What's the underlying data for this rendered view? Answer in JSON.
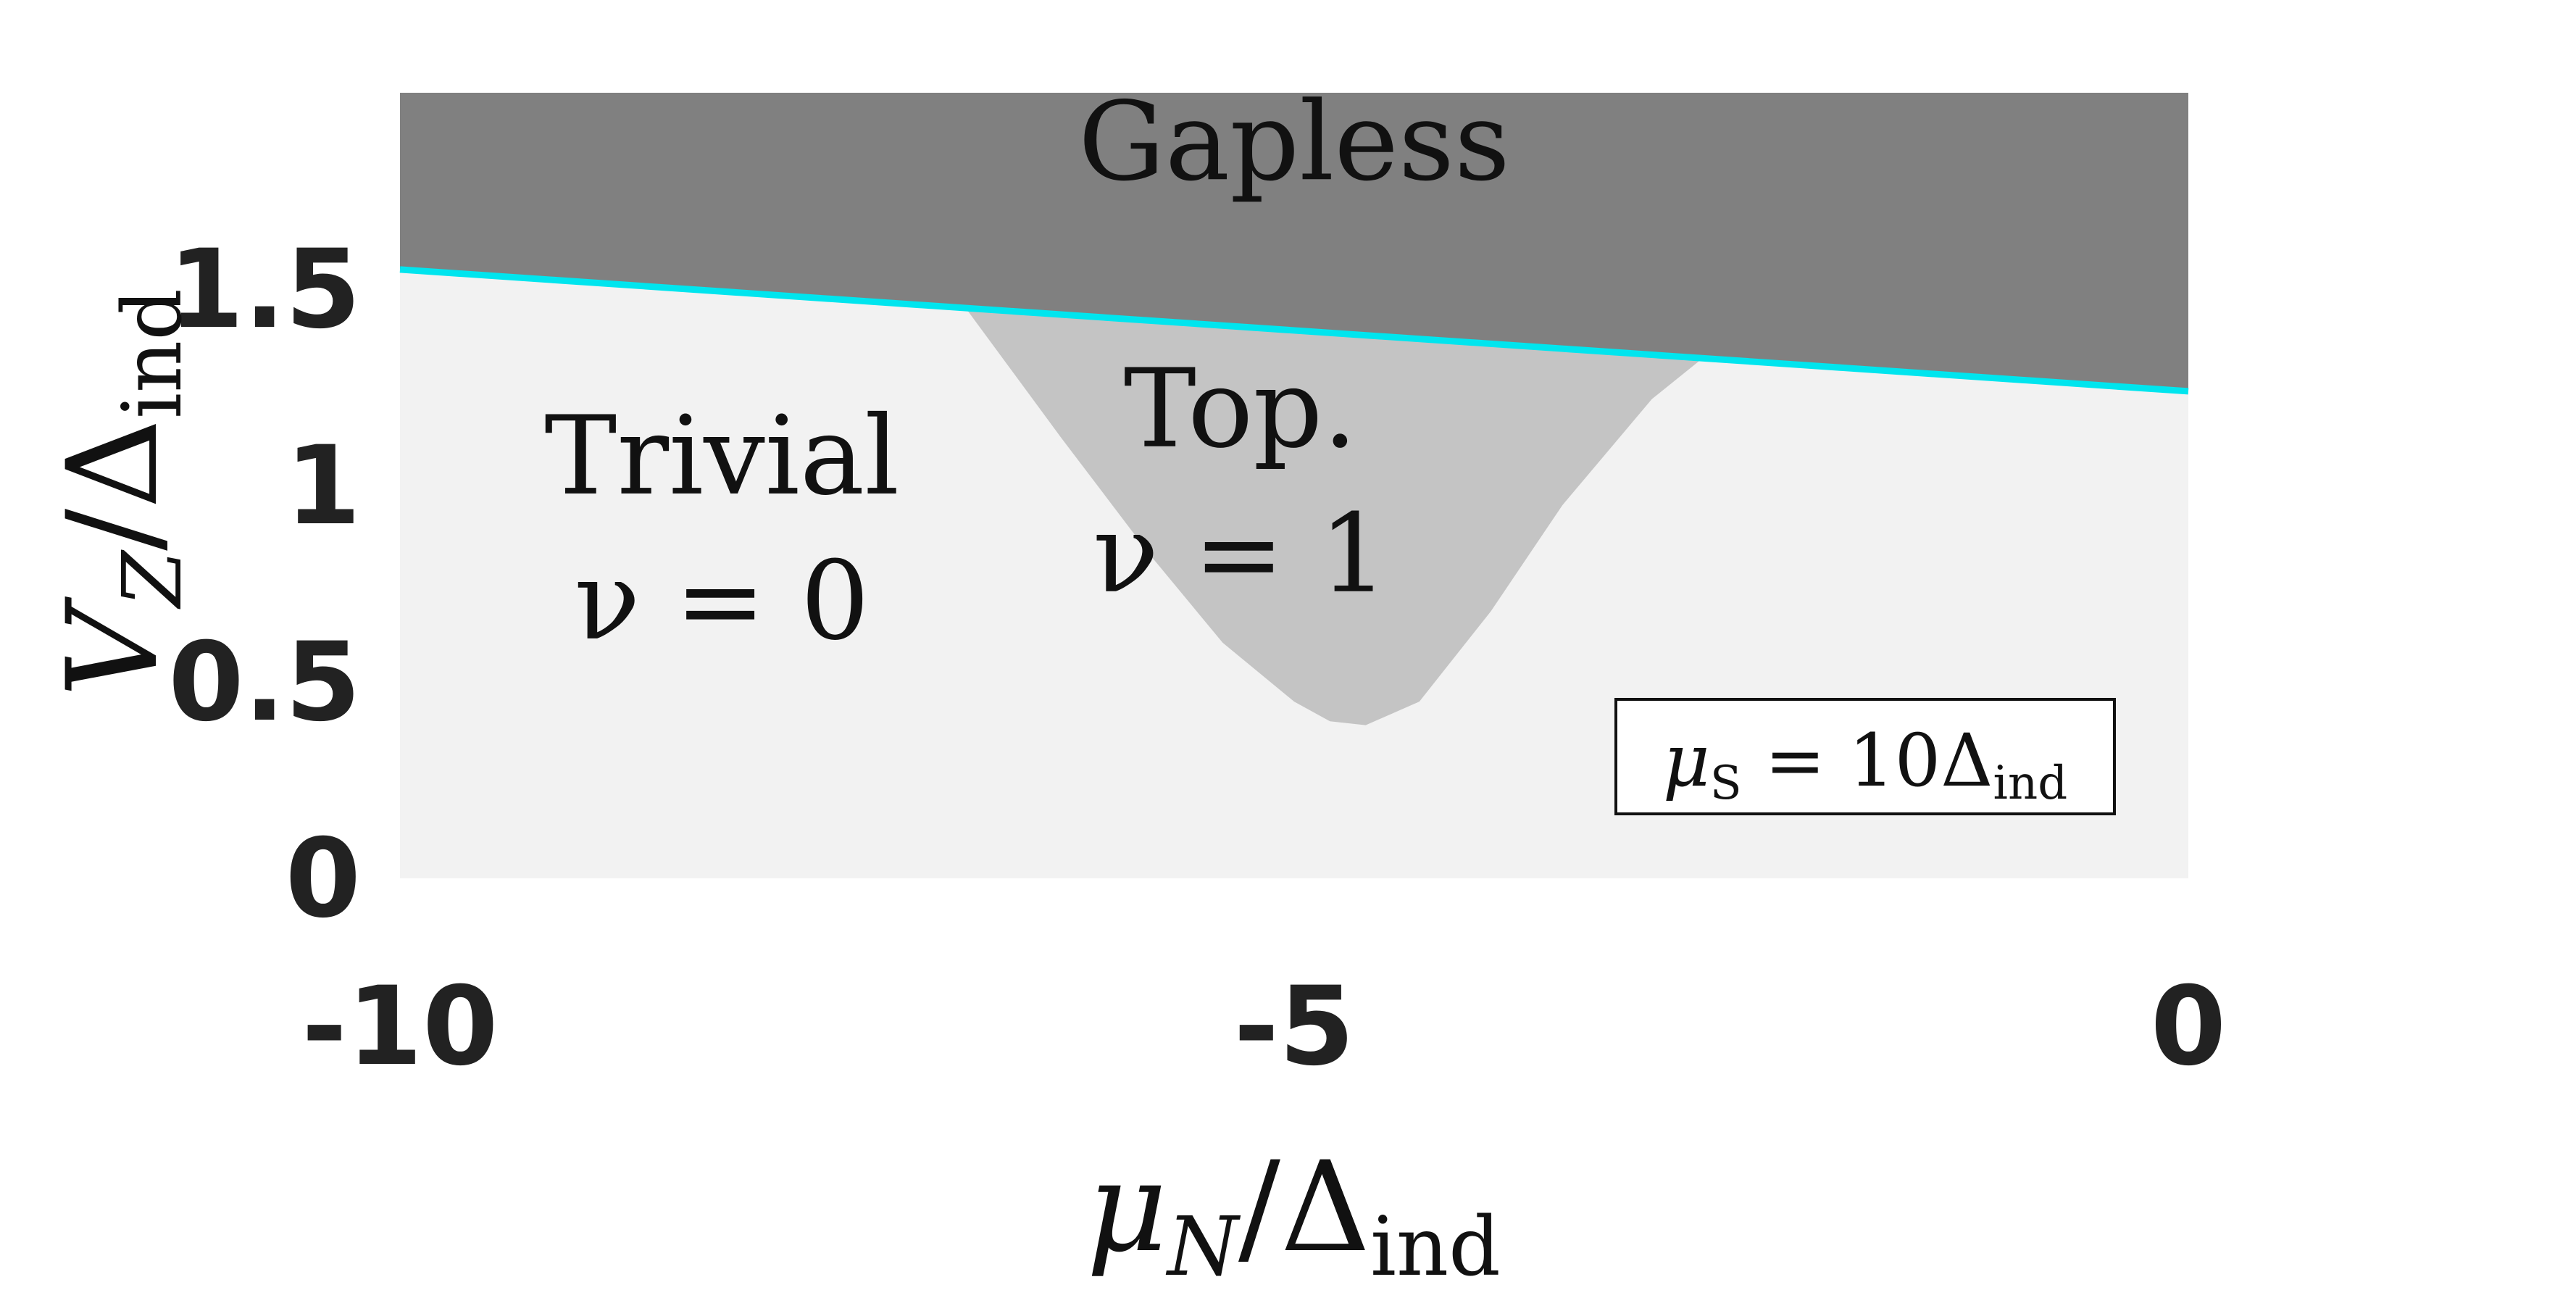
{
  "chart_data": {
    "type": "heatmap",
    "title": "",
    "xlim": [
      -10,
      0
    ],
    "ylim": [
      0,
      2
    ],
    "x_ticks": [
      "-10",
      "-5",
      "0"
    ],
    "y_ticks": [
      "0",
      "0.5",
      "1",
      "1.5"
    ],
    "x_tick_values": [
      -10,
      -5,
      0
    ],
    "y_tick_values": [
      0,
      0.5,
      1,
      1.5
    ],
    "xlabel": {
      "main": "μ",
      "main_sub": "N",
      "sep": "/",
      "delta": "Δ",
      "delta_sub": "ind"
    },
    "ylabel": {
      "main": "V",
      "main_sub": "Z",
      "sep": "/",
      "delta": "Δ",
      "delta_sub": "ind"
    },
    "colors": {
      "trivial": "#f2f2f2",
      "topological": "#c4c4c4",
      "gapless": "#808080",
      "boundary": "#00e5ee"
    },
    "boundary_line": {
      "x": [
        -10,
        0
      ],
      "y": [
        1.55,
        1.24
      ]
    },
    "topological_region": {
      "x": [
        -6.85,
        -6.3,
        -5.8,
        -5.4,
        -5.0,
        -4.8,
        -4.6,
        -4.3,
        -3.9,
        -3.5,
        -3.0,
        -2.7
      ],
      "y_lower": [
        1.46,
        1.12,
        0.82,
        0.6,
        0.45,
        0.4,
        0.39,
        0.45,
        0.68,
        0.95,
        1.22,
        1.33
      ]
    },
    "region_labels": [
      {
        "id": "gapless",
        "line1": "Gapless",
        "line2": "",
        "x": -5.0,
        "y": 1.78
      },
      {
        "id": "trivial",
        "line1": "Trivial",
        "line2": "ν = 0",
        "x": -8.2,
        "y": 0.98
      },
      {
        "id": "topological",
        "line1": "Top.",
        "line2": "ν = 1",
        "x": -5.3,
        "y": 1.1
      }
    ],
    "annotation": {
      "mu": "μ",
      "mu_sub": "S",
      "rest": " = 10Δ",
      "rest_sub": "ind"
    }
  }
}
